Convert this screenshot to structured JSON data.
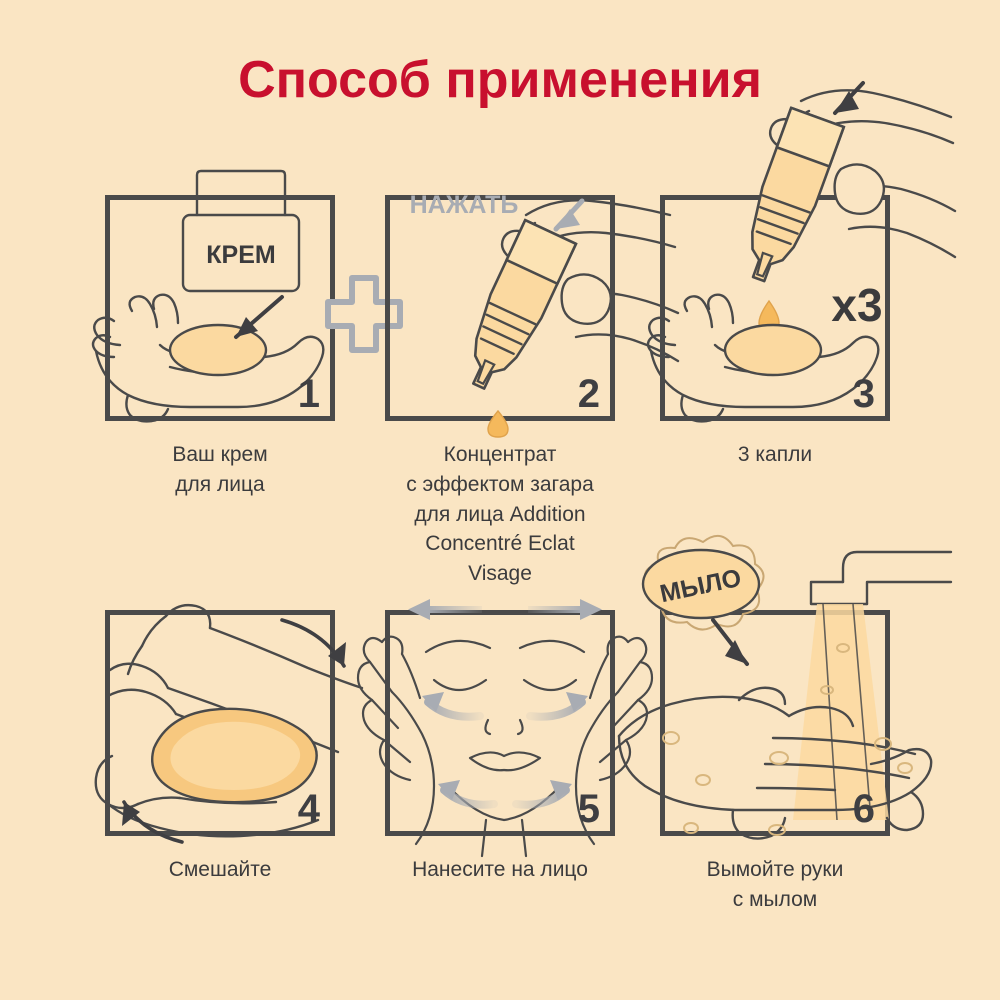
{
  "page": {
    "title": "Способ применения",
    "background_color": "#fae5c3",
    "title_color": "#c8102e",
    "line_color": "#4a4a4a",
    "cream_fill": "#fbd9a0",
    "drop_fill": "#f5b95c",
    "gray_accent": "#a8acb3"
  },
  "plus_separator": {
    "name": "plus-sign",
    "color": "#a8acb3"
  },
  "steps": [
    {
      "number": "1",
      "caption": "Ваш крем\nдля лица",
      "label": "КРЕМ",
      "label_color": "#3b3b3d",
      "art": "cream-jar-over-palm"
    },
    {
      "number": "2",
      "caption": "Концентрат\nс эффектом загара\nдля лица Addition\nConcentré Eclat\nVisage",
      "label": "НАЖАТЬ",
      "label_color": "#a8acb3",
      "art": "hand-squeezing-dropper-bottle"
    },
    {
      "number": "3",
      "caption": "3 капли",
      "label": "x3",
      "label_color": "#3b3b3d",
      "art": "dropper-dispensing-into-palm"
    },
    {
      "number": "4",
      "caption": "Смешайте",
      "label": "",
      "label_color": "#3b3b3d",
      "art": "hands-rubbing-cream"
    },
    {
      "number": "5",
      "caption": "Нанесите на лицо",
      "label": "",
      "label_color": "#3b3b3d",
      "art": "applying-to-face"
    },
    {
      "number": "6",
      "caption": "Вымойте руки\nс мылом",
      "label": "МЫЛО",
      "label_color": "#3b3b3d",
      "art": "washing-hands-with-soap"
    }
  ]
}
